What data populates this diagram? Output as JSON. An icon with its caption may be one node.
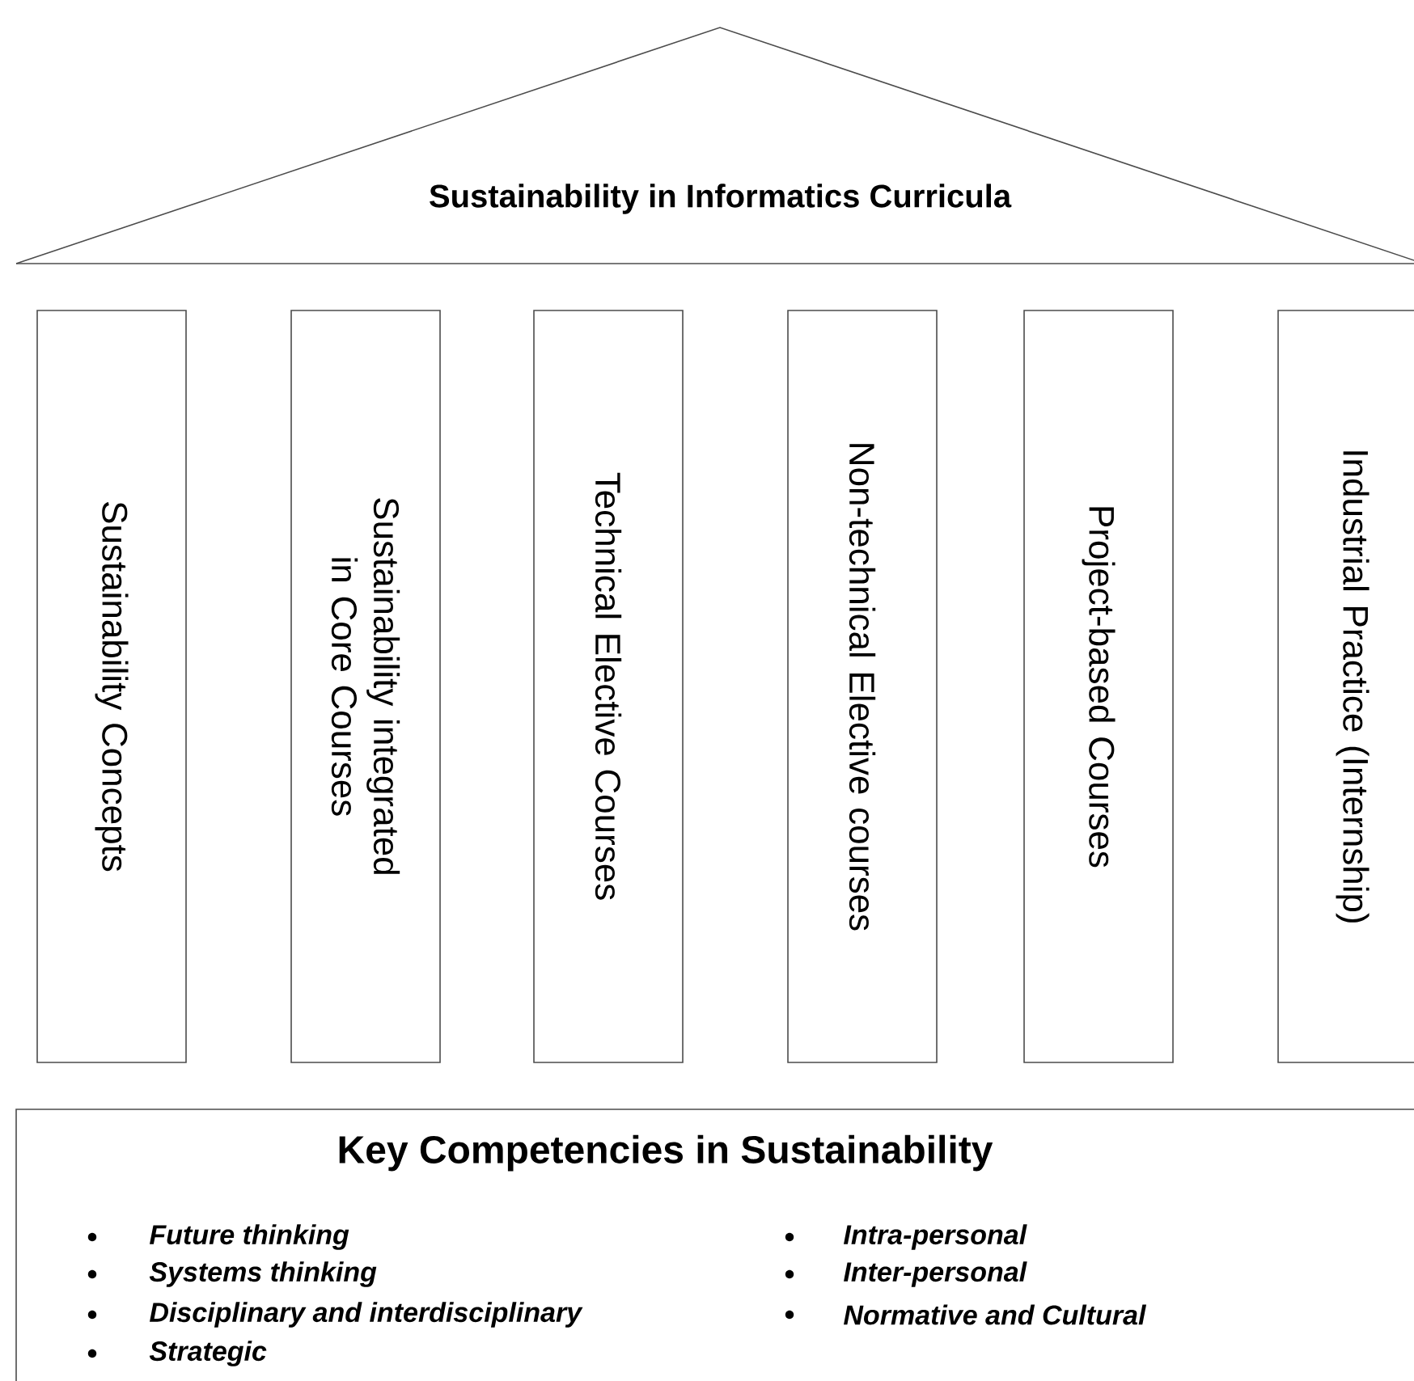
{
  "diagram": {
    "nodes": [
      {
        "text": [
          "Sustainability in Informatics Curricula"
        ]
      },
      {
        "text": [
          "Sustainability Concepts"
        ]
      },
      {
        "text": [
          "Sustainability integrated in Core Courses"
        ]
      },
      {
        "text": [
          "Technical Elective Courses"
        ]
      },
      {
        "text": [
          "Non-technical Elective courses"
        ]
      },
      {
        "text": [
          "Project-based Courses"
        ]
      },
      {
        "text": [
          "Industrial Practice (Internship)"
        ]
      },
      {
        "text": [
          "Key Competencies in Sustainability",
          "Future thinking",
          "Systems thinking",
          "Disciplinary and interdisciplinary",
          "Strategic",
          "Intra-personal",
          "Inter-personal",
          "Normative and Cultural"
        ]
      }
    ]
  }
}
